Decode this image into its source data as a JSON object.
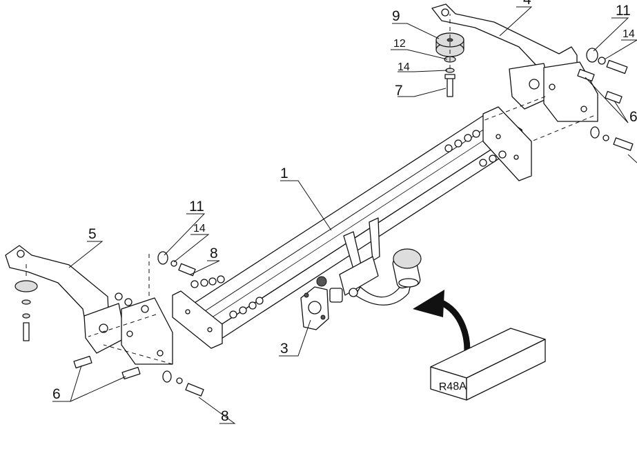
{
  "labels": {
    "beam": "1",
    "socket_plate": "3",
    "bracket_left": "5",
    "bracket_right": "4",
    "bolt_right_group": "6",
    "bolt_left_group": "6",
    "bolt_left_bottom": "8",
    "bolt_left_top": "8",
    "bolt_top": "7",
    "pad": "9",
    "nut": "11",
    "nut_right": "11",
    "washer": "12",
    "washer_small": "14",
    "washer_small_left": "14",
    "washer_small_right": "14"
  },
  "kit_code": "R48A"
}
